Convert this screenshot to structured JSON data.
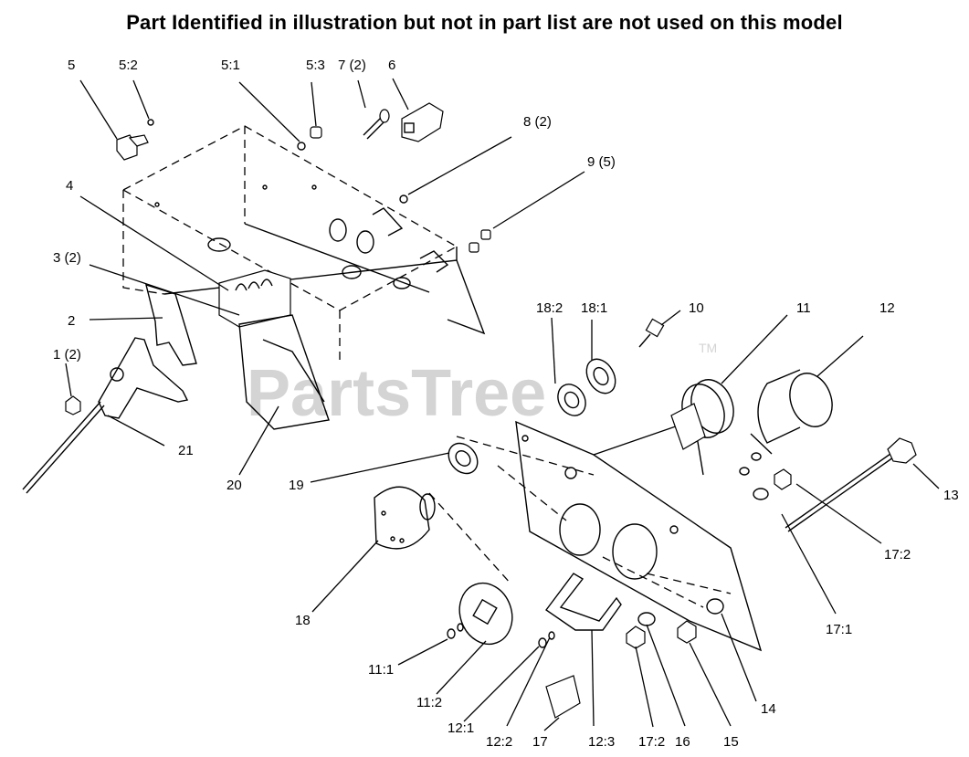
{
  "header": {
    "title": "Part Identified in illustration but not in part list are not used on this model"
  },
  "watermark": {
    "text": "PartsTree",
    "mark": "TM"
  },
  "callouts": {
    "c5": "5",
    "c5_2": "5:2",
    "c5_1": "5:1",
    "c5_3": "5:3",
    "c7": "7 (2)",
    "c6": "6",
    "c8": "8 (2)",
    "c9": "9 (5)",
    "c4": "4",
    "c3": "3 (2)",
    "c2": "2",
    "c1": "1 (2)",
    "c21": "21",
    "c20": "20",
    "c18_2": "18:2",
    "c18_1": "18:1",
    "c10": "10",
    "c11": "11",
    "c12": "12",
    "c19": "19",
    "c13": "13",
    "c17_2a": "17:2",
    "c18": "18",
    "c17_1": "17:1",
    "c11_1": "11:1",
    "c11_2": "11:2",
    "c14": "14",
    "c12_1": "12:1",
    "c12_2": "12:2",
    "c17": "17",
    "c12_3": "12:3",
    "c17_2b": "17:2",
    "c16": "16",
    "c15": "15"
  },
  "colors": {
    "line": "#000000",
    "background": "#ffffff",
    "watermark": "#d4d4d4"
  }
}
